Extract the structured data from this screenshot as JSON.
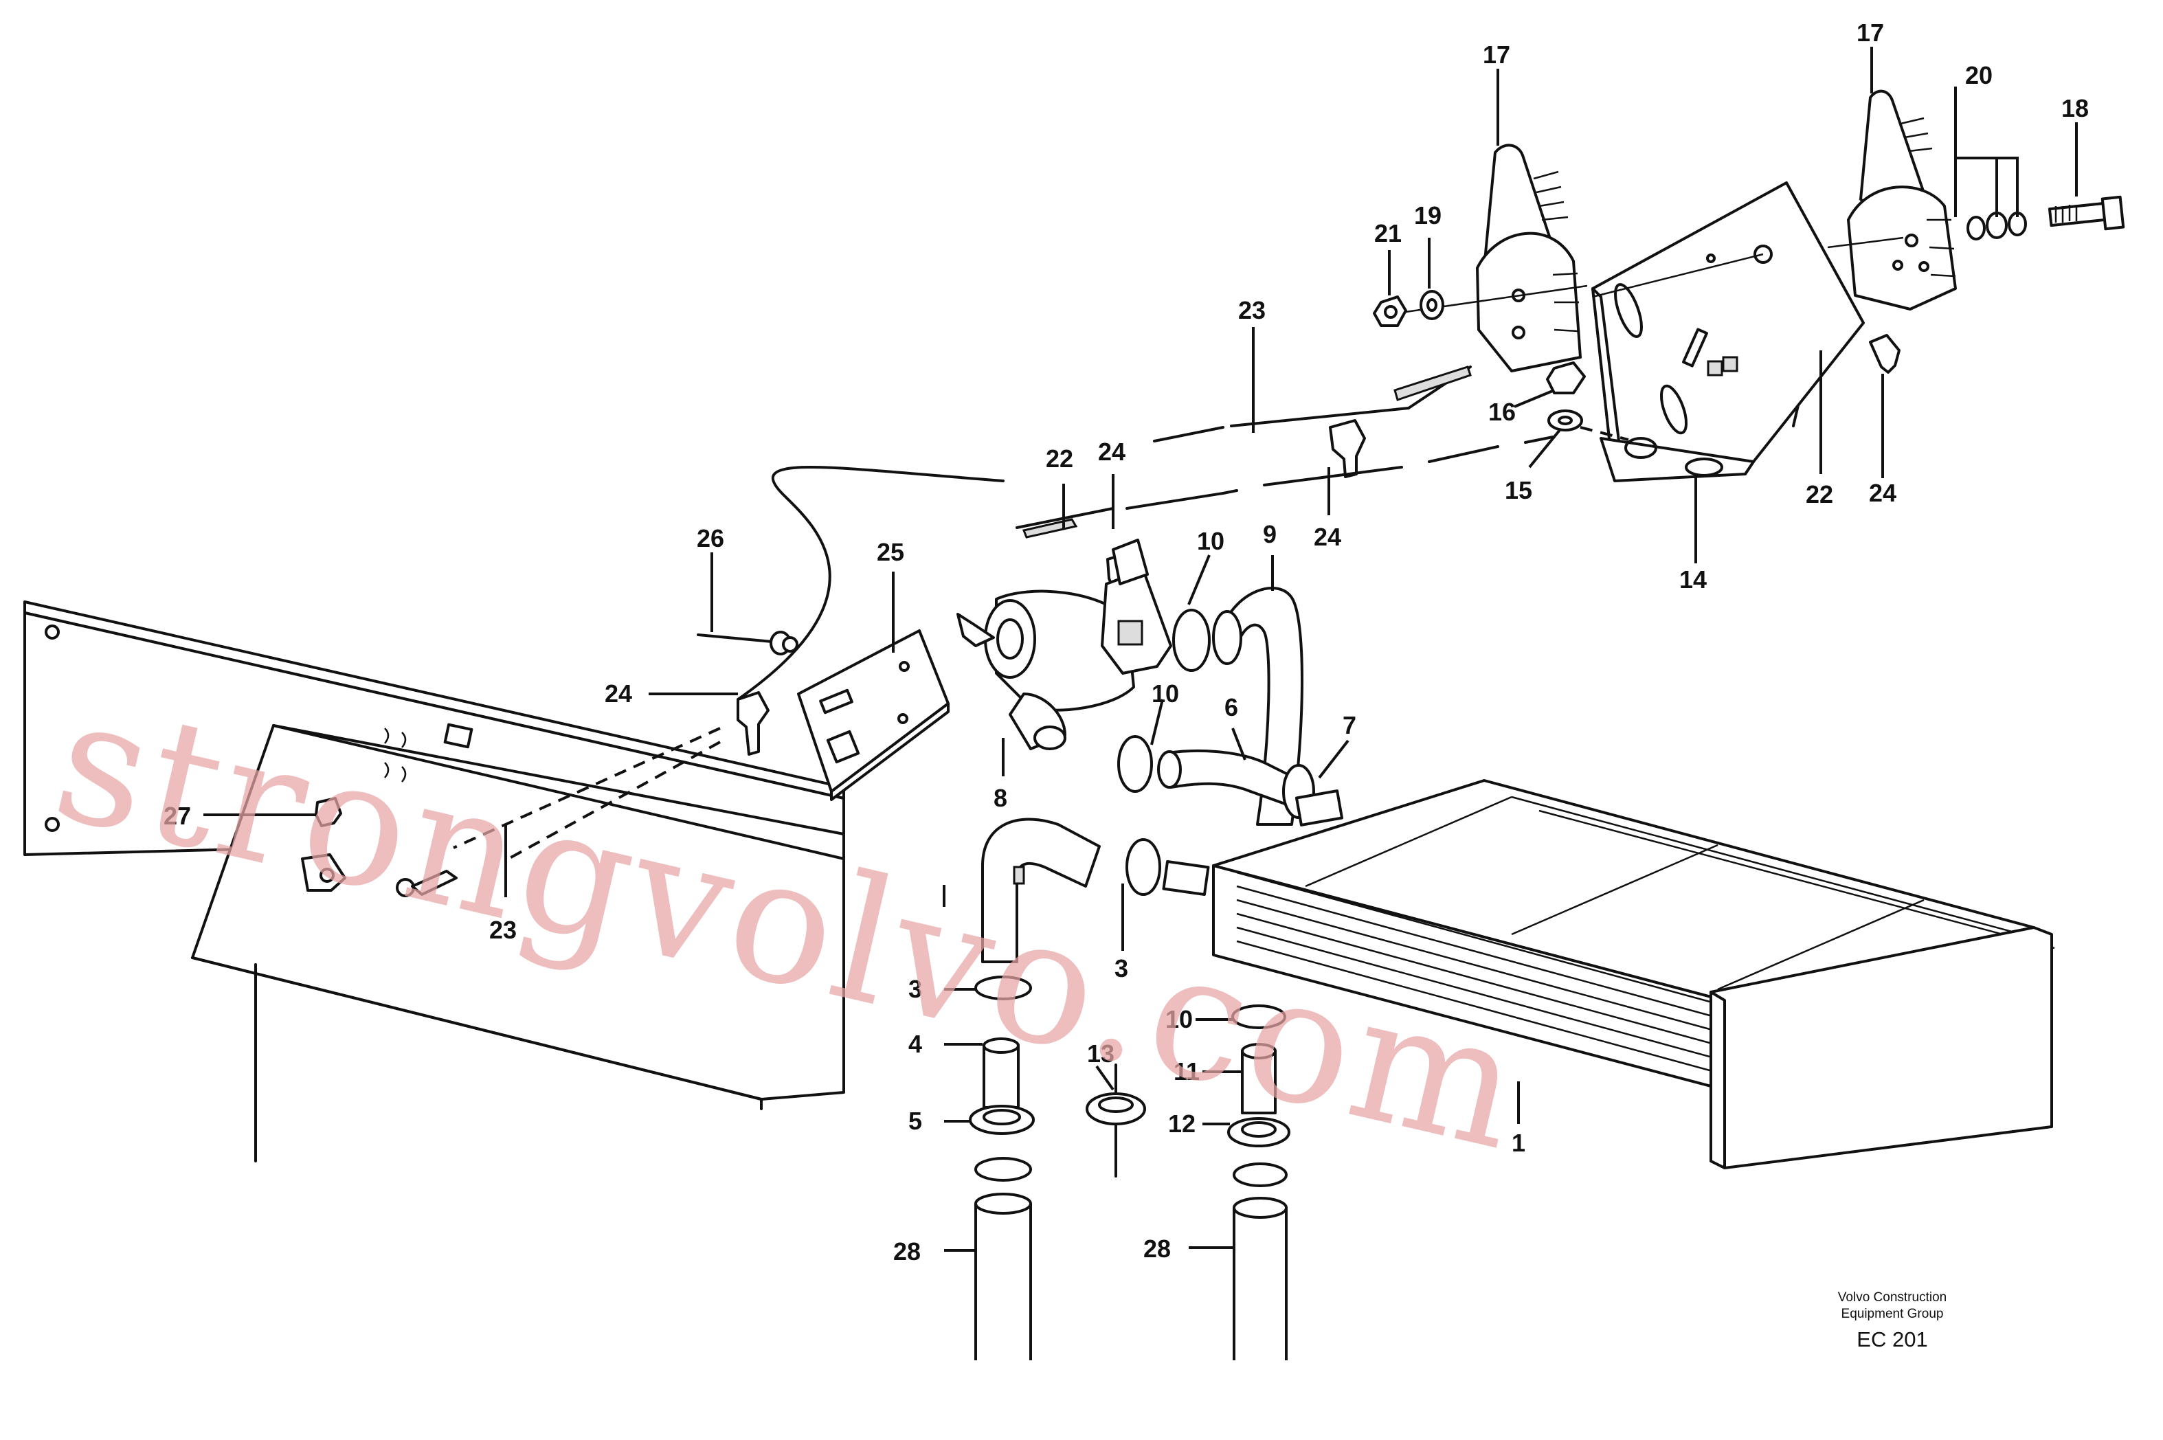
{
  "labels": {
    "l1": "1",
    "l3a": "3",
    "l3b": "3",
    "l4": "4",
    "l5": "5",
    "l6": "6",
    "l7": "7",
    "l8": "8",
    "l9": "9",
    "l10a": "10",
    "l10b": "10",
    "l10c": "10",
    "l11": "11",
    "l12": "12",
    "l13": "13",
    "l14": "14",
    "l15": "15",
    "l16": "16",
    "l17a": "17",
    "l17b": "17",
    "l18": "18",
    "l19": "19",
    "l20": "20",
    "l21": "21",
    "l22a": "22",
    "l22b": "22",
    "l23a": "23",
    "l23b": "23",
    "l24a": "24",
    "l24b": "24",
    "l24c": "24",
    "l24d": "24",
    "l25": "25",
    "l26": "26",
    "l27": "27",
    "l28a": "28",
    "l28b": "28"
  },
  "caption": {
    "line1": "Volvo Construction",
    "line2": "Equipment Group",
    "code": "EC 201"
  },
  "watermark": "strongvolvo.com",
  "colors": {
    "line": "#111111",
    "watermark": "#e8a6a6",
    "background": "#ffffff"
  }
}
